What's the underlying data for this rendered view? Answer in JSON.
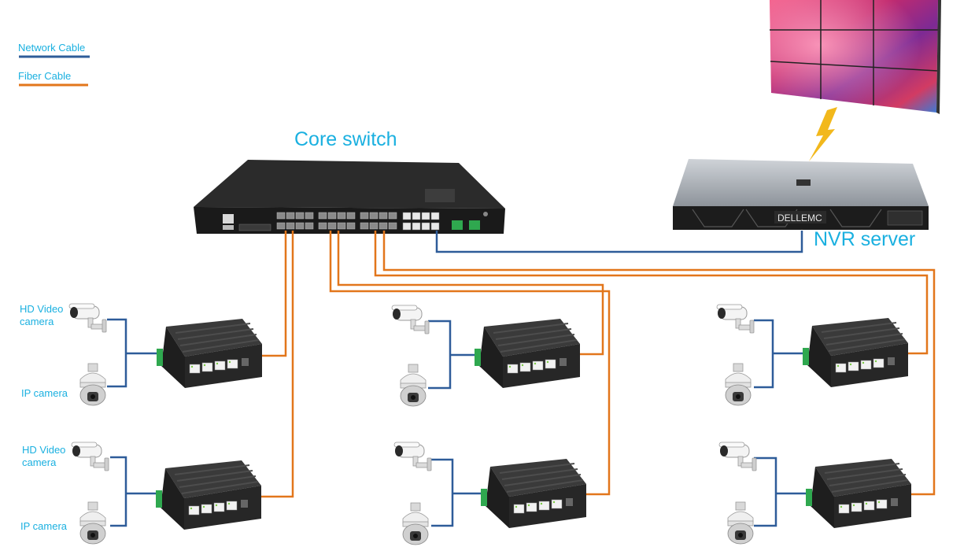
{
  "legend": {
    "items": [
      {
        "label": "Network Cable",
        "color": "#2e5c99"
      },
      {
        "label": "Fiber Cable",
        "color": "#e2761b"
      }
    ]
  },
  "core_switch": {
    "title": "Core switch"
  },
  "nvr": {
    "title": "NVR server",
    "brand": "DELLEMC"
  },
  "camera_labels": {
    "hd_line1": "HD Video",
    "hd_line2": "camera",
    "ip": "IP camera"
  },
  "colors": {
    "label": "#1ab0e0",
    "network_cable": "#2e5c99",
    "fiber_cable": "#e2761b",
    "device": "#262626",
    "lightning": "#f2b81c"
  },
  "icons": [
    "video-wall-icon",
    "lightning-icon",
    "core-switch-icon",
    "server-icon",
    "bullet-camera-icon",
    "dome-camera-icon",
    "edge-switch-icon"
  ]
}
